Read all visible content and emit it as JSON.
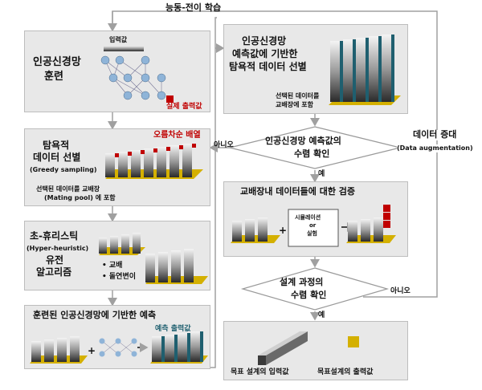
{
  "top_label": "능동-전이 학습",
  "left": {
    "p1": {
      "title_l1": "인공신경망",
      "title_l2": "훈련",
      "input_label": "입력값",
      "output_label": "실제 출력값"
    },
    "p2": {
      "title_l1": "탐욕적",
      "title_l2": "데이터 선별",
      "subtitle": "(Greedy sampling)",
      "rank_label": "오름차순 배열",
      "note_l1": "선택된 데이터를 교배장",
      "note_l2": "(Mating pool) 에 포함"
    },
    "p3": {
      "title_l1": "초-휴리스틱",
      "title_l2": "(Hyper-heuristic)",
      "title_l3": "유전",
      "title_l4": "알고리즘",
      "bullet1": "교배",
      "bullet2": "돌연변이"
    },
    "p4": {
      "title": "훈련된 인공신경망에 기반한 예측",
      "pred_label": "예측 출력값"
    }
  },
  "right": {
    "p1": {
      "title_l1": "인공신경망",
      "title_l2": "예측값에 기반한",
      "title_l3": "탐욕적 데이터 선별",
      "note_l1": "선택된 데이터를",
      "note_l2": "교배장에 포함"
    },
    "d1": {
      "l1": "인공신경망 예측값의",
      "l2": "수렴 확인",
      "no": "아니오",
      "yes": "예"
    },
    "p2": {
      "title": "교배장내 데이터들에 대한 검증",
      "sim_l1": "시뮬레이션",
      "sim_l2": "or",
      "sim_l3": "실험"
    },
    "d2": {
      "l1": "설계 과정의",
      "l2": "수렴 확인",
      "no": "아니오",
      "yes": "예"
    },
    "p3": {
      "label1": "목표 설계의 입력값",
      "label2": "목표설계의 출력값"
    },
    "aug_l1": "데이터 증대",
    "aug_l2": "(Data augmentation)"
  },
  "colors": {
    "panel_bg": "#e8e8e8",
    "arrow": "#a0a0a0",
    "red": "#c00000",
    "teal": "#1f5f6f",
    "gold": "#d4b000",
    "node": "#8fb4d8"
  }
}
